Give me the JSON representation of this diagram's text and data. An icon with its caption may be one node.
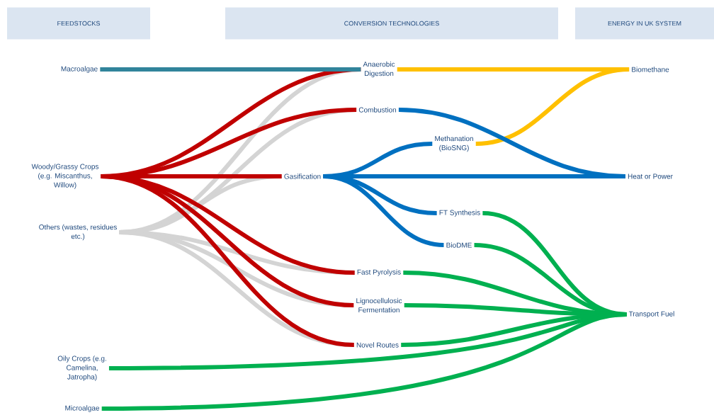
{
  "diagram": {
    "nodes": [
      {
        "text": [
          "FEEDSTOCKS"
        ]
      },
      {
        "text": [
          "CONVERSION TECHNOLOGIES"
        ]
      },
      {
        "text": [
          "ENERGY IN UK SYSTEM"
        ]
      },
      {
        "text": [
          "Macroalgae"
        ]
      },
      {
        "text": [
          "Woody/Grassy Crops (e.g. Miscanthus, Willow)"
        ]
      },
      {
        "text": [
          "Others (wastes, residues etc.)"
        ]
      },
      {
        "text": [
          "Oily Crops (e.g. Camelina, Jatropha)"
        ]
      },
      {
        "text": [
          "Microalgae"
        ]
      },
      {
        "text": [
          "Anaerobic Digestion"
        ]
      },
      {
        "text": [
          "Combustion"
        ]
      },
      {
        "text": [
          "Methanation (BioSNG)"
        ]
      },
      {
        "text": [
          "Gasification"
        ]
      },
      {
        "text": [
          "FT Synthesis"
        ]
      },
      {
        "text": [
          "BioDME"
        ]
      },
      {
        "text": [
          "Fast Pyrolysis"
        ]
      },
      {
        "text": [
          "Lignocellulosic Fermentation"
        ]
      },
      {
        "text": [
          "Novel Routes"
        ]
      },
      {
        "text": [
          "Biomethane"
        ]
      },
      {
        "text": [
          "Heat or Power"
        ]
      },
      {
        "text": [
          "Transport Fuel"
        ]
      }
    ],
    "edges": [
      {
        "from": 5,
        "to": 8,
        "arrow": "none",
        "color": "#d4d4d4"
      },
      {
        "from": 5,
        "to": 9,
        "arrow": "none",
        "color": "#d4d4d4"
      },
      {
        "from": 5,
        "to": 11,
        "arrow": "none",
        "color": "#d4d4d4"
      },
      {
        "from": 5,
        "to": 14,
        "arrow": "none",
        "color": "#d4d4d4"
      },
      {
        "from": 5,
        "to": 15,
        "arrow": "none",
        "color": "#d4d4d4"
      },
      {
        "from": 5,
        "to": 16,
        "arrow": "none",
        "color": "#d4d4d4"
      },
      {
        "from": 4,
        "to": 8,
        "arrow": "none",
        "color": "#c00000"
      },
      {
        "from": 4,
        "to": 9,
        "arrow": "none",
        "color": "#c00000"
      },
      {
        "from": 4,
        "to": 11,
        "arrow": "none",
        "color": "#c00000"
      },
      {
        "from": 4,
        "to": 14,
        "arrow": "none",
        "color": "#c00000"
      },
      {
        "from": 4,
        "to": 15,
        "arrow": "none",
        "color": "#c00000"
      },
      {
        "from": 4,
        "to": 16,
        "arrow": "none",
        "color": "#c00000"
      },
      {
        "from": 3,
        "to": 8,
        "arrow": "none",
        "color": "#31849b"
      },
      {
        "from": 8,
        "to": 17,
        "arrow": "none",
        "color": "#ffc000"
      },
      {
        "from": 10,
        "to": 17,
        "arrow": "none",
        "color": "#ffc000"
      },
      {
        "from": 9,
        "to": 18,
        "arrow": "none",
        "color": "#0070c0"
      },
      {
        "from": 11,
        "to": 10,
        "arrow": "none",
        "color": "#0070c0"
      },
      {
        "from": 11,
        "to": 18,
        "arrow": "none",
        "color": "#0070c0"
      },
      {
        "from": 11,
        "to": 12,
        "arrow": "none",
        "color": "#0070c0"
      },
      {
        "from": 11,
        "to": 13,
        "arrow": "none",
        "color": "#0070c0"
      },
      {
        "from": 12,
        "to": 19,
        "arrow": "none",
        "color": "#00b050"
      },
      {
        "from": 13,
        "to": 19,
        "arrow": "none",
        "color": "#00b050"
      },
      {
        "from": 14,
        "to": 19,
        "arrow": "none",
        "color": "#00b050"
      },
      {
        "from": 15,
        "to": 19,
        "arrow": "none",
        "color": "#00b050"
      },
      {
        "from": 16,
        "to": 19,
        "arrow": "none",
        "color": "#00b050"
      },
      {
        "from": 6,
        "to": 19,
        "arrow": "none",
        "color": "#00b050"
      },
      {
        "from": 7,
        "to": 19,
        "arrow": "none",
        "color": "#00b050"
      }
    ]
  }
}
